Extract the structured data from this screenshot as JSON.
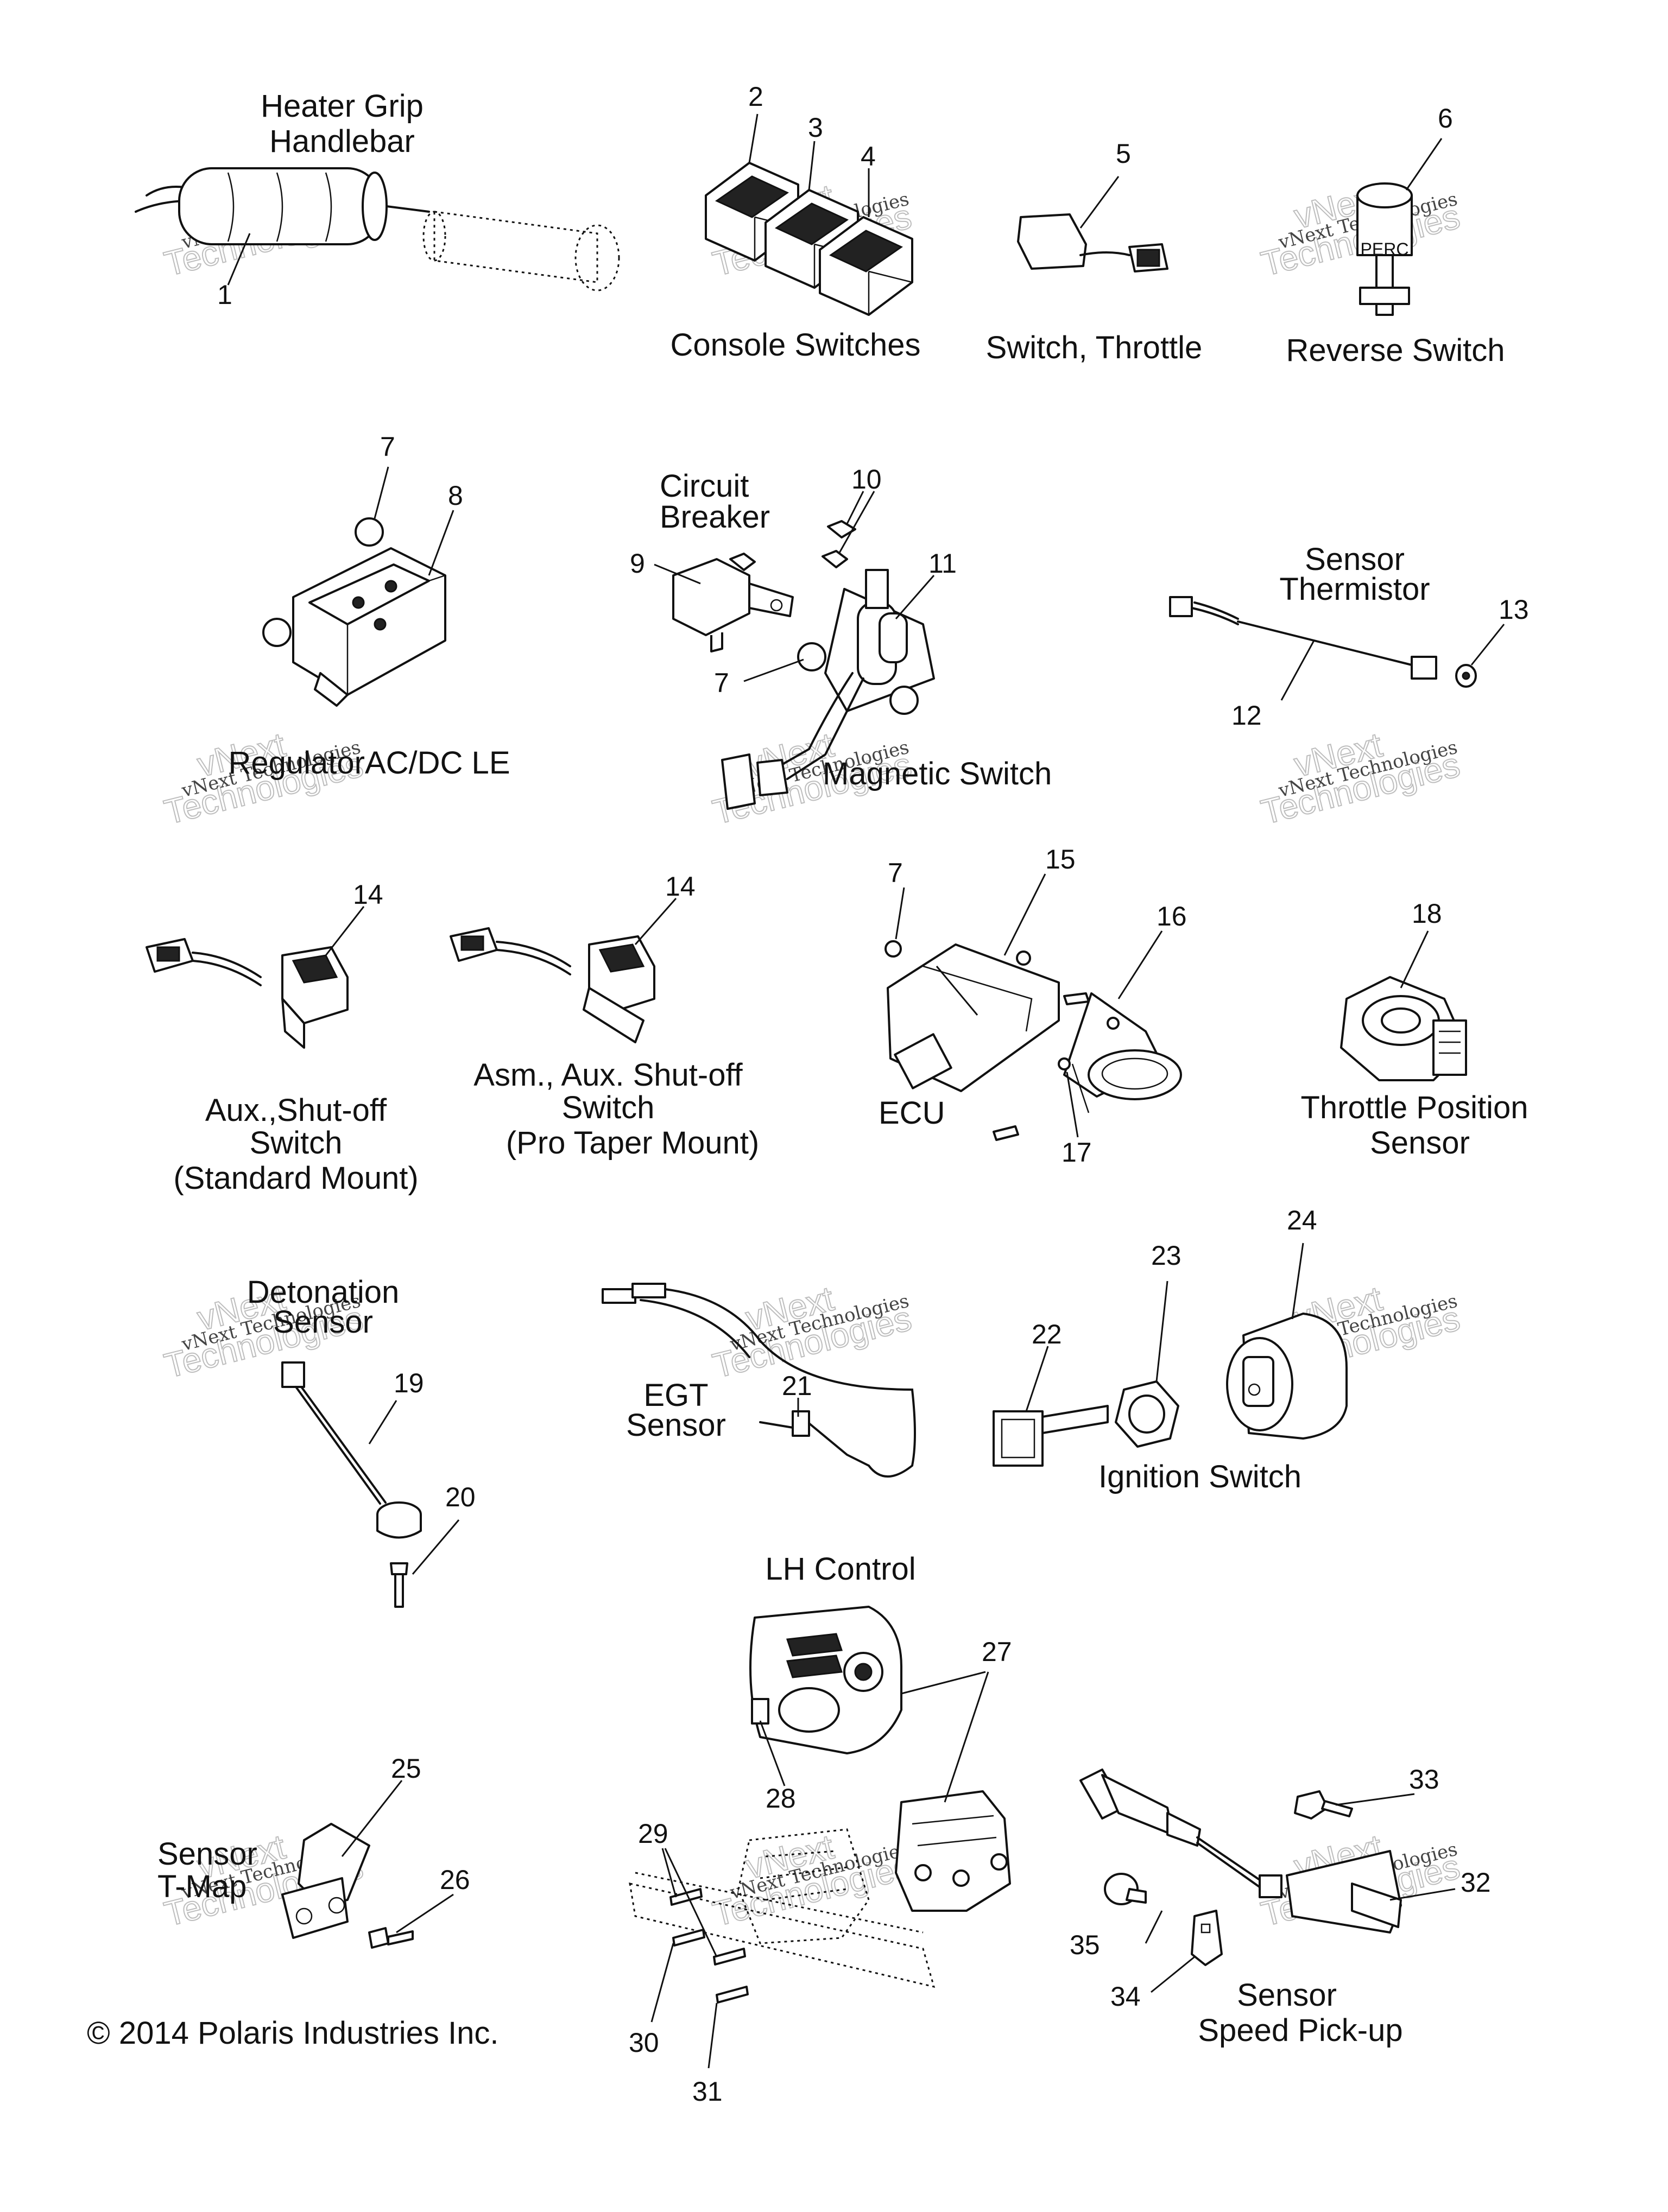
{
  "labels": {
    "heater_grip_1": "Heater Grip",
    "heater_grip_2": "Handlebar",
    "console_switches": "Console Switches",
    "switch_throttle": "Switch, Throttle",
    "reverse_switch": "Reverse Switch",
    "reverse_switch_marking": "PERC",
    "regulator": "RegulatorAC/DC LE",
    "circuit_breaker_1": "Circuit",
    "circuit_breaker_2": "Breaker",
    "magnetic_switch": "Magnetic Switch",
    "sensor_thermistor_1": "Sensor",
    "sensor_thermistor_2": "Thermistor",
    "aux_shutoff_std_1": "Aux.,Shut-off",
    "aux_shutoff_std_2": "Switch",
    "aux_shutoff_std_3": "(Standard Mount)",
    "aux_shutoff_pro_1": "Asm., Aux. Shut-off",
    "aux_shutoff_pro_2": "Switch",
    "aux_shutoff_pro_3": "(Pro Taper Mount)",
    "ecu": "ECU",
    "tps_1": "Throttle Position",
    "tps_2": "Sensor",
    "detonation_1": "Detonation",
    "detonation_2": "Sensor",
    "egt_1": "EGT",
    "egt_2": "Sensor",
    "ignition_switch": "Ignition Switch",
    "lh_control": "LH Control",
    "tmap_1": "Sensor",
    "tmap_2": "T-Map",
    "speed_1": "Sensor",
    "speed_2": "Speed Pick-up",
    "copyright": "© 2014 Polaris Industries Inc."
  },
  "watermark": {
    "line1": "vNext Technologies",
    "line2": "vNext",
    "line3": "Technologies"
  },
  "callouts": [
    "1",
    "2",
    "3",
    "4",
    "5",
    "6",
    "7",
    "8",
    "9",
    "10",
    "11",
    "7",
    "12",
    "13",
    "14",
    "14",
    "7",
    "15",
    "16",
    "17",
    "18",
    "19",
    "20",
    "21",
    "22",
    "23",
    "24",
    "25",
    "26",
    "27",
    "28",
    "29",
    "30",
    "31",
    "32",
    "33",
    "34",
    "35"
  ]
}
